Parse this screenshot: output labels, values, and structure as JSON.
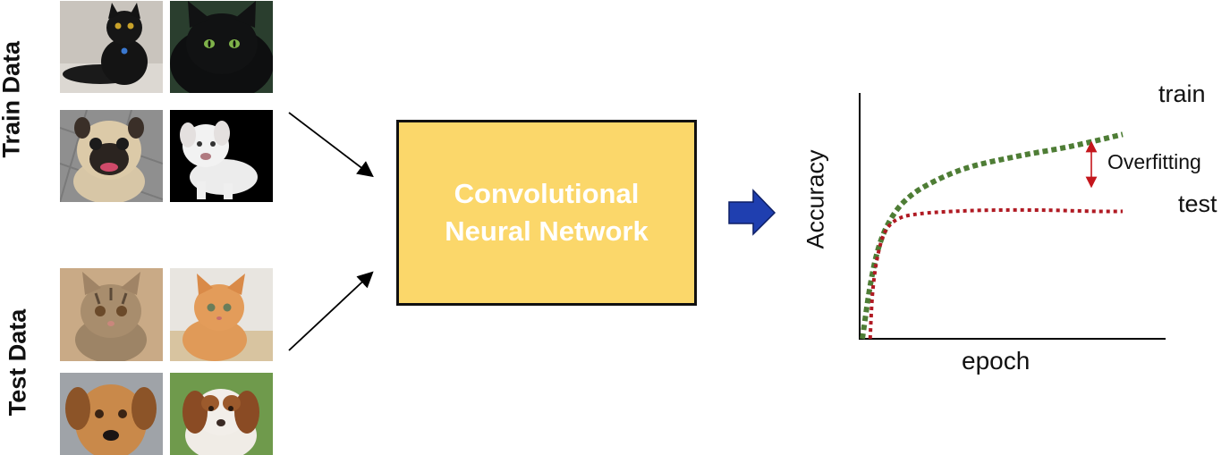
{
  "labels": {
    "train_data": "Train Data",
    "test_data": "Test Data"
  },
  "model": {
    "line1": "Convolutional",
    "line2": "Neural Network",
    "fill_color": "#fbd76a",
    "text_color": "#ffffff"
  },
  "images": {
    "train": [
      "black-cat-photo",
      "black-cat-closeup-photo",
      "pug-photo",
      "white-puppy-photo"
    ],
    "test": [
      "tabby-kitten-photo",
      "orange-kitten-photo",
      "brown-dog-photo",
      "spaniel-puppy-photo"
    ]
  },
  "arrow_icon": "right-arrow-icon",
  "arrow_color": "#1f3fb0",
  "chart_data": {
    "type": "line",
    "xlabel": "epoch",
    "ylabel": "Accuracy",
    "annotation": "Overfitting",
    "series": [
      {
        "name": "train",
        "color": "#4e7d35",
        "style": "dotted",
        "x": [
          0.0,
          0.03,
          0.06,
          0.1,
          0.16,
          0.25,
          0.4,
          0.6,
          0.8,
          1.0
        ],
        "y": [
          0.0,
          0.22,
          0.37,
          0.48,
          0.57,
          0.64,
          0.71,
          0.76,
          0.8,
          0.85
        ]
      },
      {
        "name": "test",
        "color": "#b01a23",
        "style": "dotted",
        "x": [
          0.03,
          0.04,
          0.06,
          0.09,
          0.14,
          0.22,
          0.35,
          0.5,
          0.7,
          0.9,
          1.0
        ],
        "y": [
          0.0,
          0.2,
          0.35,
          0.45,
          0.5,
          0.52,
          0.53,
          0.535,
          0.535,
          0.53,
          0.53
        ]
      }
    ],
    "xlim": [
      0,
      1.0
    ],
    "ylim": [
      0,
      1.0
    ],
    "grid": false
  }
}
